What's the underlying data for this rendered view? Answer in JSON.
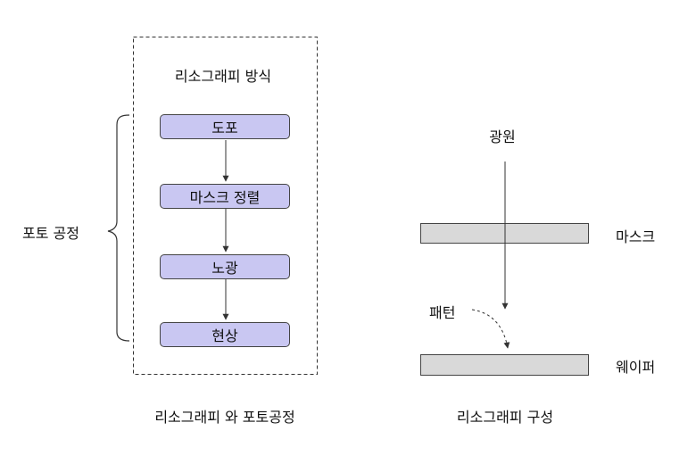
{
  "left": {
    "title": "리소그래피 방식",
    "steps": [
      "도포",
      "마스크 정렬",
      "노광",
      "현상"
    ],
    "bracket_label": "포토 공정",
    "caption": "리소그래피 와 포토공정"
  },
  "right": {
    "light_label": "광원",
    "mask_label": "마스크",
    "pattern_label": "패턴",
    "wafer_label": "웨이퍼",
    "caption": "리소그래피  구성"
  },
  "colors": {
    "step_fill": "#c9c7f2",
    "plate_fill": "#d9d9d9",
    "stroke": "#444444"
  }
}
